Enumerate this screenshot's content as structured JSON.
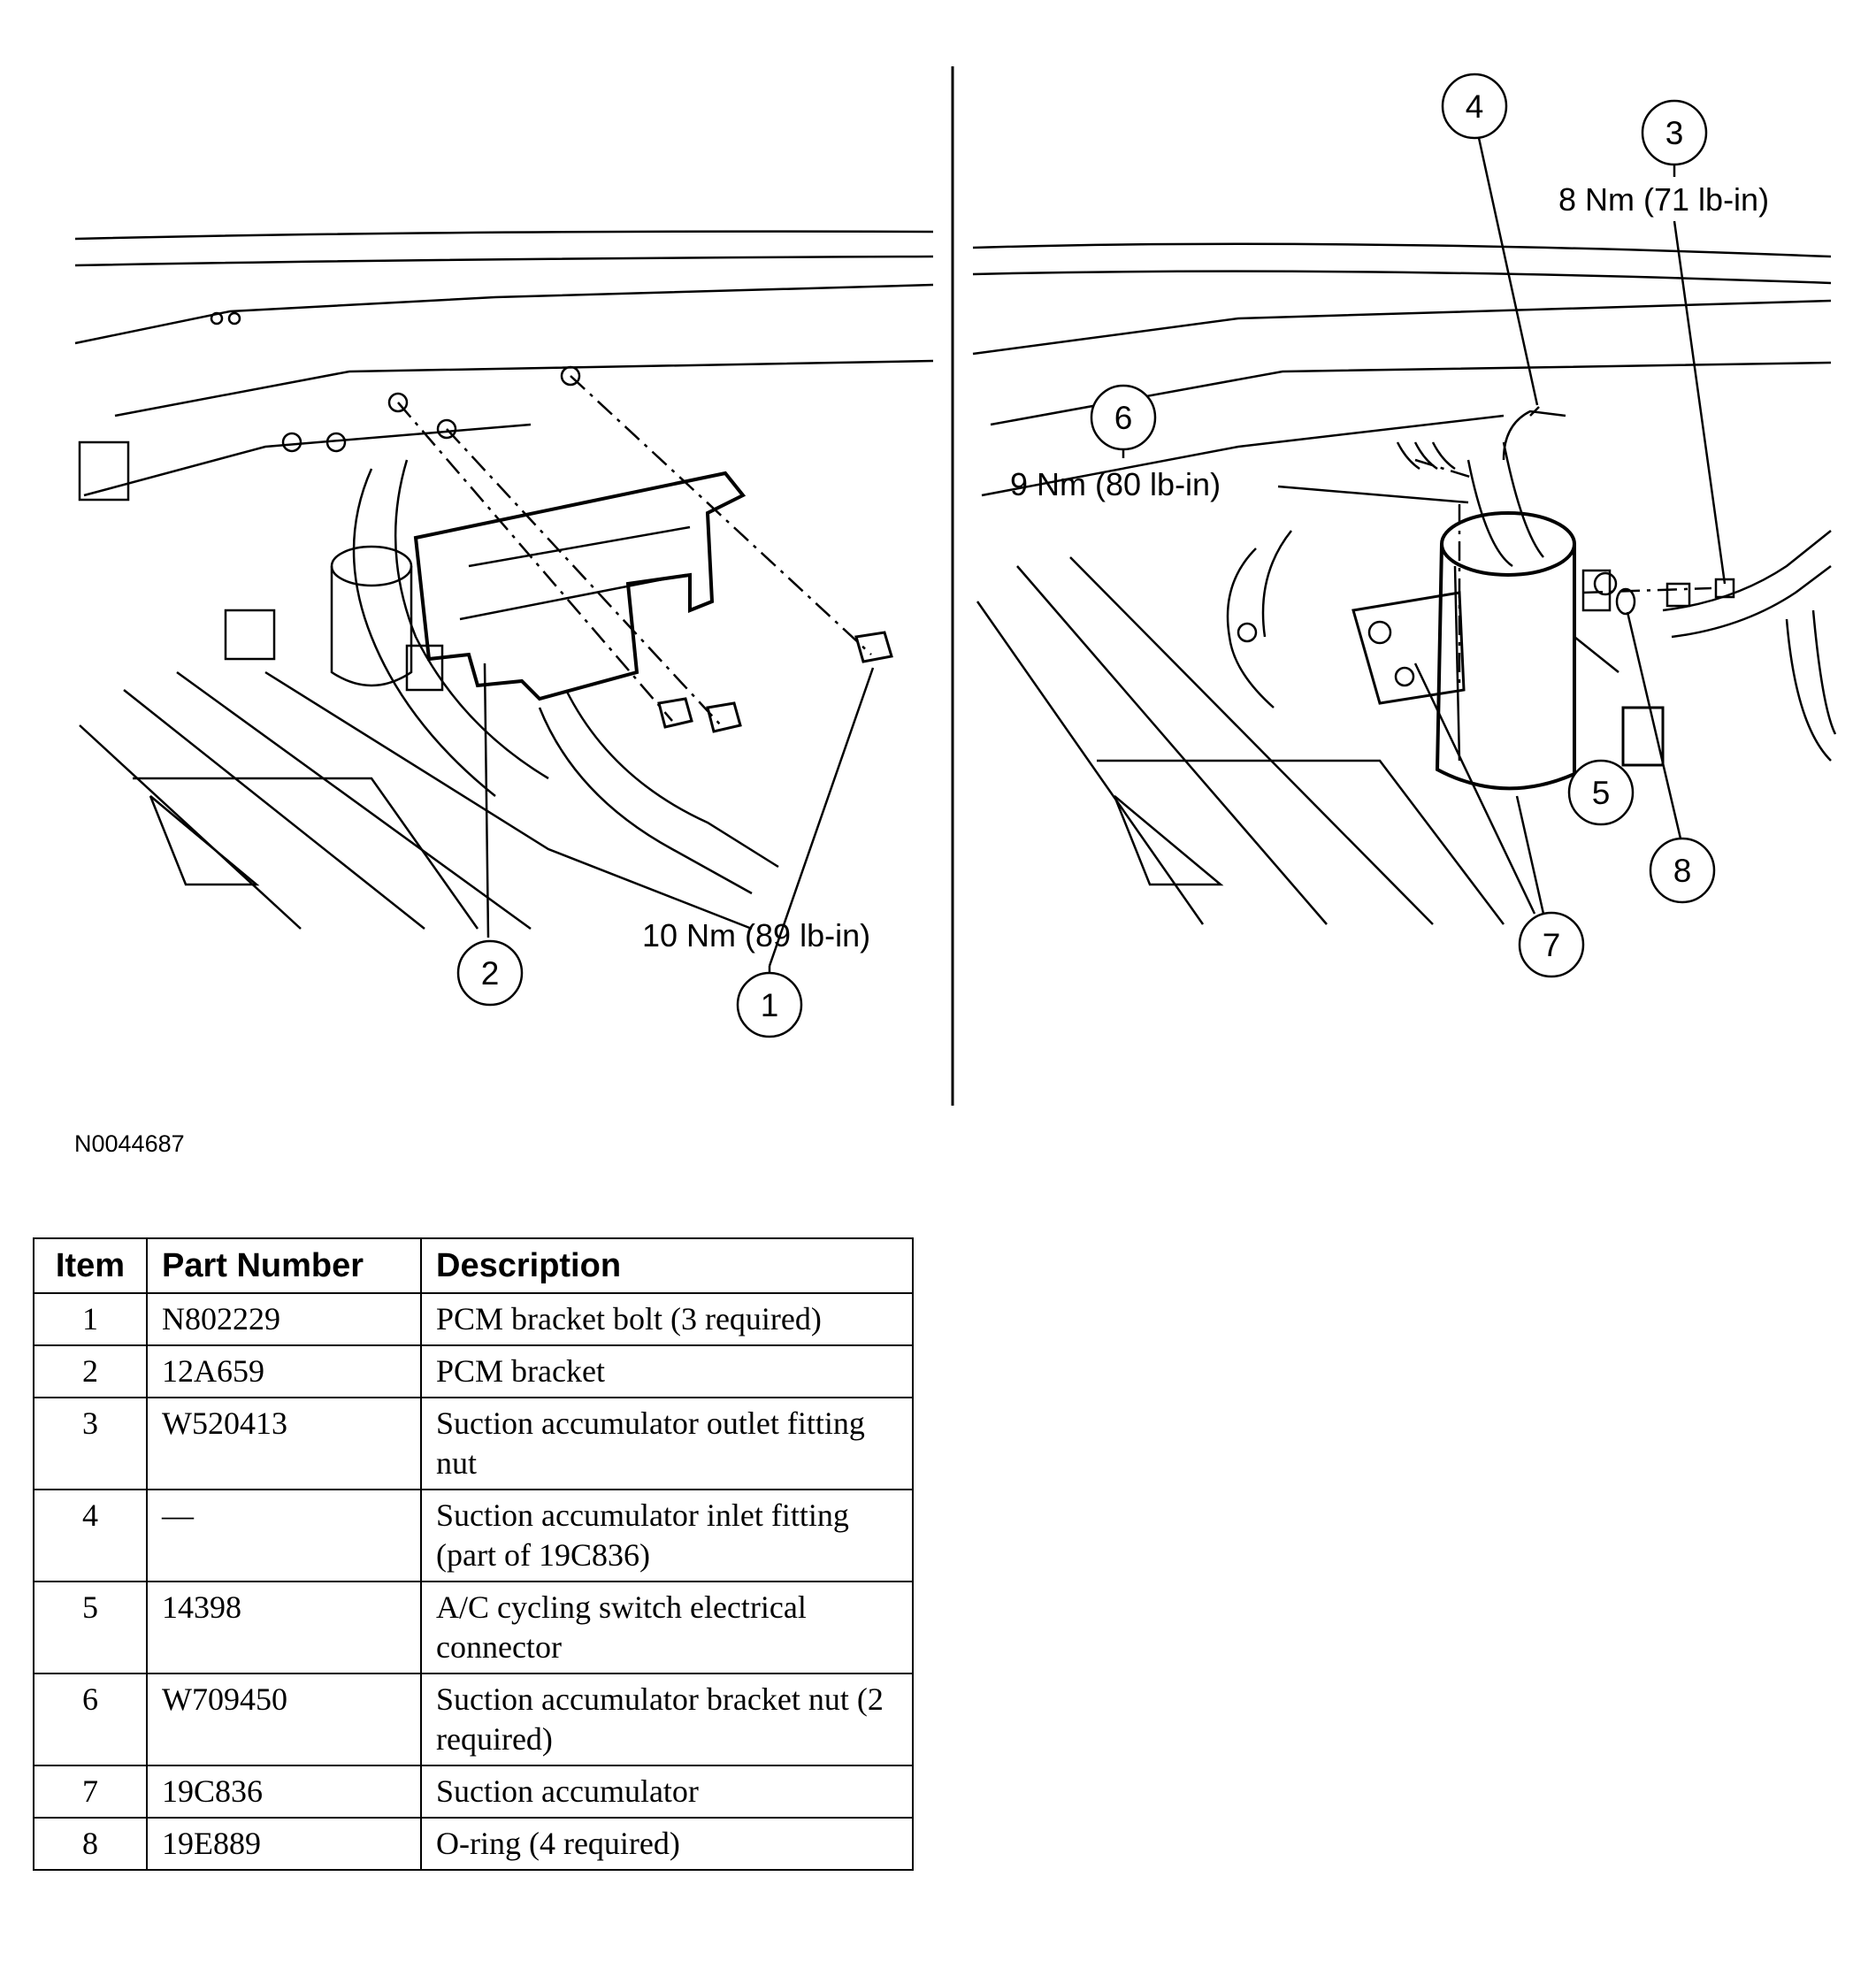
{
  "figure_id": "N0044687",
  "left_panel": {
    "callouts": [
      {
        "number": "2"
      },
      {
        "number": "1",
        "torque": "10 Nm (89 lb-in)"
      }
    ]
  },
  "right_panel": {
    "callouts": [
      {
        "number": "4"
      },
      {
        "number": "3",
        "torque": "8 Nm (71 lb-in)"
      },
      {
        "number": "6",
        "torque": "9 Nm (80 lb-in)"
      },
      {
        "number": "5"
      },
      {
        "number": "8"
      },
      {
        "number": "7"
      }
    ]
  },
  "parts_table": {
    "headers": [
      "Item",
      "Part Number",
      "Description"
    ],
    "rows": [
      {
        "item": "1",
        "part_number": "N802229",
        "description": "PCM bracket bolt (3 required)"
      },
      {
        "item": "2",
        "part_number": "12A659",
        "description": "PCM bracket"
      },
      {
        "item": "3",
        "part_number": "W520413",
        "description": "Suction accumulator outlet fitting nut"
      },
      {
        "item": "4",
        "part_number": "—",
        "description": "Suction accumulator inlet fitting (part of 19C836)"
      },
      {
        "item": "5",
        "part_number": "14398",
        "description": "A/C cycling switch electrical connector"
      },
      {
        "item": "6",
        "part_number": "W709450",
        "description": "Suction accumulator bracket nut (2 required)"
      },
      {
        "item": "7",
        "part_number": "19C836",
        "description": "Suction accumulator"
      },
      {
        "item": "8",
        "part_number": "19E889",
        "description": "O-ring (4 required)"
      }
    ]
  }
}
